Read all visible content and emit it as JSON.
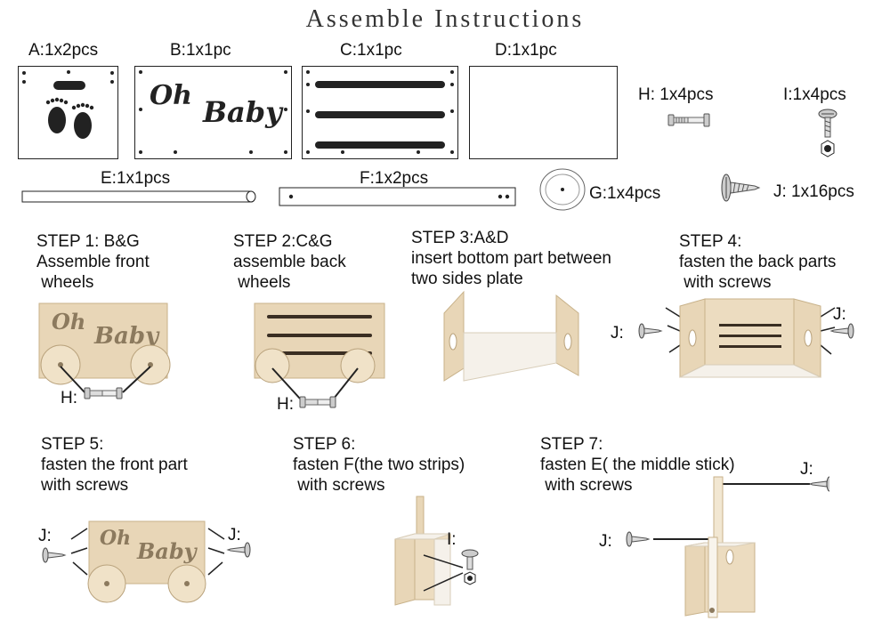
{
  "title": "Assemble Instructions",
  "parts": {
    "a": "A:1x2pcs",
    "b": "B:1x1pc",
    "c": "C:1x1pc",
    "d": "D:1x1pc",
    "e": "E:1x1pcs",
    "f": "F:1x2pcs",
    "g": "G:1x4pcs",
    "h": "H:  1x4pcs",
    "i": "I:1x4pcs",
    "j": "J:  1x16pcs"
  },
  "plate_text": {
    "oh": "Oh",
    "baby": "Baby"
  },
  "steps": [
    {
      "text": "STEP 1: B&G\nAssemble front\n wheels",
      "callout": "H:"
    },
    {
      "text": "STEP 2:C&G\nassemble back\n wheels",
      "callout": "H:"
    },
    {
      "text": "STEP 3:A&D\ninsert bottom part between\ntwo sides plate"
    },
    {
      "text": "STEP 4:\nfasten the back parts\n with screws",
      "callout_left": "J:",
      "callout_right": "J:"
    },
    {
      "text": "STEP 5:\nfasten the front part\nwith screws",
      "callout_left": "J:",
      "callout_right": "J:"
    },
    {
      "text": "STEP 6:\nfasten F(the two strips)\n with screws",
      "callout": "I:"
    },
    {
      "text": "STEP 7:\nfasten E( the middle stick)\n with screws",
      "callout_top": "J:",
      "callout_left": "J:"
    }
  ]
}
